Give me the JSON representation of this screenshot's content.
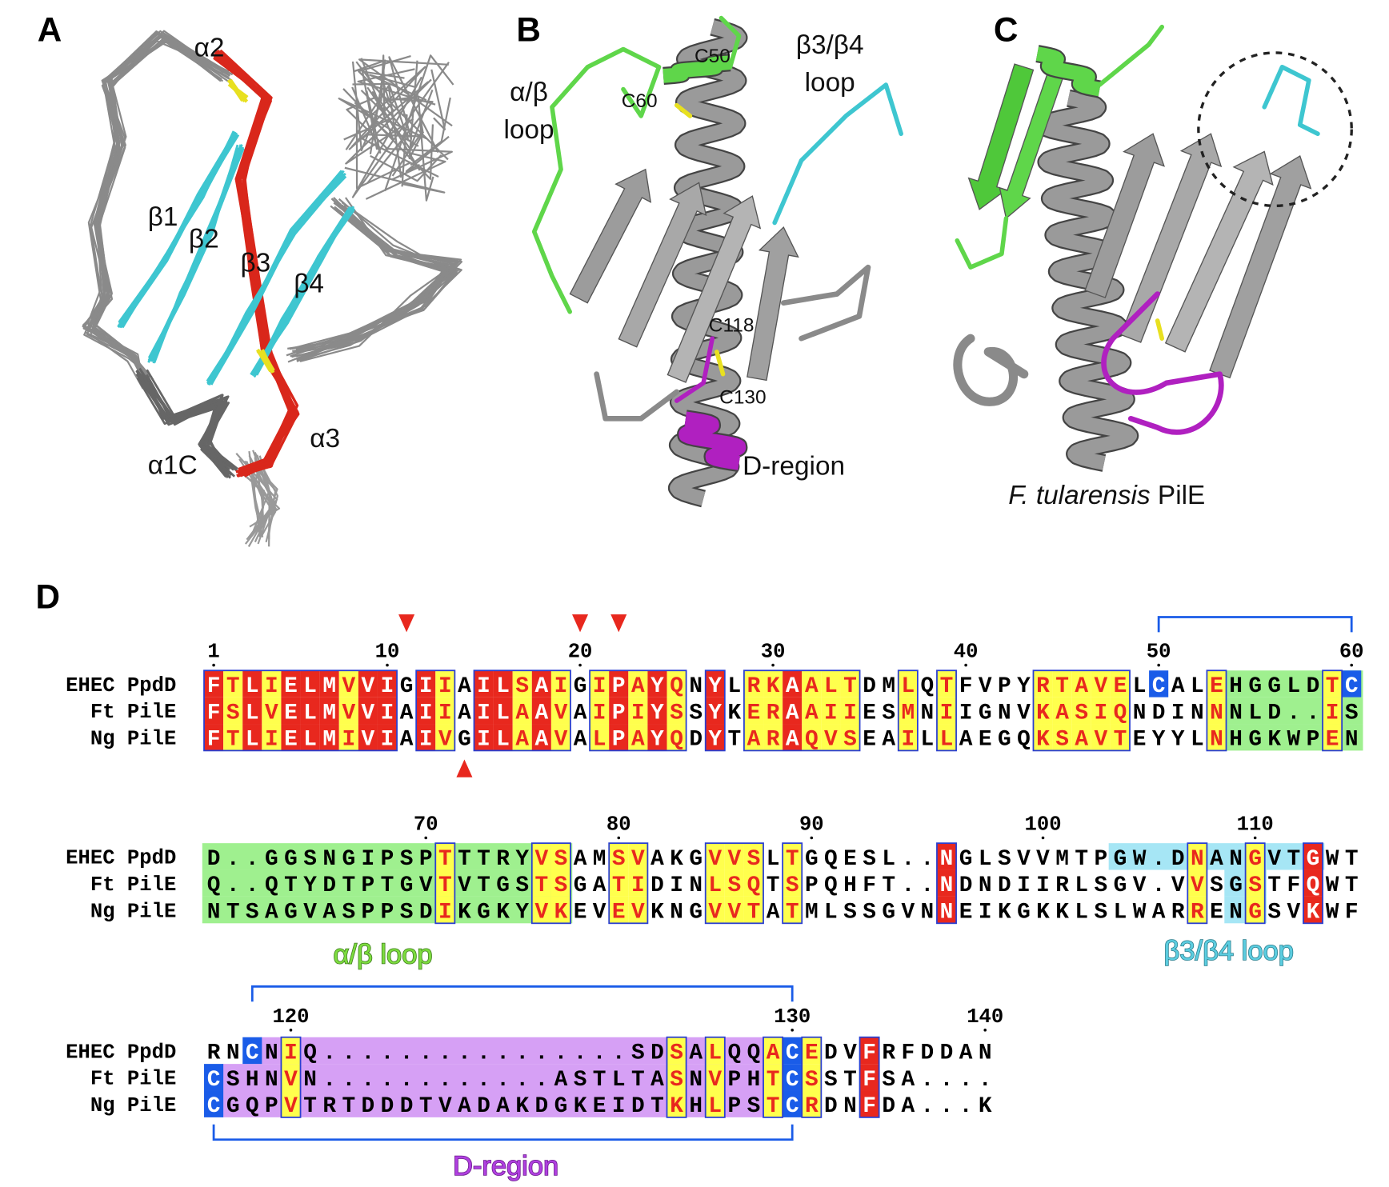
{
  "colors": {
    "identical_bg": "#e8281e",
    "similar_bg": "#ffff4d",
    "similar_text": "#e8281e",
    "cysteine_bg": "#1a5ce8",
    "box_outline": "#2a3fd0",
    "ab_loop": "#9ff08f",
    "b3b4_loop": "#a6e6f5",
    "d_region": "#d6a0f5",
    "ab_loop_text": "#7ddc3f",
    "b3b4_loop_text": "#5ccde0",
    "d_region_text": "#b040e0"
  },
  "panel_a": {
    "letter": "A",
    "labels": {
      "a2": "α2",
      "b1": "β1",
      "b2": "β2",
      "b3": "β3",
      "b4": "β4",
      "a3": "α3",
      "a1c": "α1C"
    }
  },
  "panel_b": {
    "letter": "B",
    "labels": {
      "ab_loop_1": "α/β",
      "ab_loop_2": "loop",
      "c60": "C60",
      "c50": "C50",
      "b3b4_1": "β3/β4",
      "b3b4_2": "loop",
      "c118": "C118",
      "c130": "C130",
      "d_region": "D-region"
    }
  },
  "panel_c": {
    "letter": "C",
    "caption_italic": "F. tularensis",
    "caption_rest": " PilE"
  },
  "panel_d": {
    "letter": "D",
    "region_labels": {
      "ab_loop": "α/β loop",
      "b3b4_loop": "β3/β4 loop",
      "d_region": "D-region"
    },
    "sequence_names": [
      "EHEC PpdD",
      "Ft PilE",
      "Ng PilE"
    ],
    "blocks": [
      {
        "sequences": [
          "FTLIELMVVIGIIAILSAIGIPAYQNYLRKAALTDMLQTFVPYRTAVELCALEHGGLDTC",
          "FSLVELMVVIAIIAILAAVAIPIYSSYKERAAIIESMNIIGNVKASIQNDINNNLD..IS",
          "FTLIELMIVIAIVGILAAVALPAYQDYTARAQVSEAILLAEGQKSAVTEYYLNHGKWPEN"
        ],
        "conservation": "ryryrrryrrnrynrryrynyryrynrnyyryyynnynynnnnyyyyynnnnynnnnnyn",
        "cysteines": [
          [
            0,
            50
          ],
          [
            0,
            60
          ]
        ],
        "numbers": [
          {
            "label": "1",
            "col": 1
          },
          {
            "label": "10",
            "col": 10
          },
          {
            "label": "20",
            "col": 20
          },
          {
            "label": "30",
            "col": 30
          },
          {
            "label": "40",
            "col": 40
          },
          {
            "label": "50",
            "col": 50
          },
          {
            "label": "60",
            "col": 60
          }
        ],
        "regions": [
          {
            "type": "ab_loop",
            "rows": [
              0,
              1,
              2
            ],
            "from": 54,
            "to": 60
          }
        ],
        "markers_above": [
          11,
          20,
          22
        ],
        "markers_below": [
          14
        ],
        "brackets": [
          {
            "side": "top",
            "from": 50,
            "to": 60
          }
        ]
      },
      {
        "sequences": [
          "D..GGSNGIPSPTTTRYVSAMSVAKGVVSLTGQESL..NGLSVVMTPGW.DNANGVTGWT",
          "Q..QTYDTPTGVTVTGSTSGATIDINLSQTSPQHFT..NDNDIIRLSGV.VVSGSTFQWT",
          "NTSAGVASPPSDIKGKYVKEVEVKNGVVTATMLSSGVNNEIKGKKLSLWARRENGSVKWF"
        ],
        "conservation": "nnnnnnnnnnnnynnnnyynnyynnnyyynynnnnnnnrnnnnnnnnnnnnynnynnrn",
        "cysteines": [],
        "numbers": [
          {
            "label": "70",
            "col": 12
          },
          {
            "label": "80",
            "col": 22
          },
          {
            "label": "90",
            "col": 32
          },
          {
            "label": "100",
            "col": 44
          },
          {
            "label": "110",
            "col": 55
          }
        ],
        "regions": [
          {
            "type": "ab_loop",
            "rows": [
              0,
              1,
              2
            ],
            "from": 1,
            "to": 19
          },
          {
            "type": "b3b4_loop",
            "rows": [
              0
            ],
            "from": 48,
            "to": 58
          },
          {
            "type": "b3b4_loop",
            "rows": [
              1,
              2
            ],
            "from": 54,
            "to": 55
          }
        ],
        "markers_above": [],
        "markers_below": [],
        "brackets": []
      },
      {
        "sequences": [
          "RNCNIQ................SDSALQQACEDVFRFDDAN",
          "CSHNVN............ASTLTASNVPHTCSSTFSA....",
          "CGQPVTRTDDDTVADAKDGKEIDTKHLPSTCRDNFDA...K"
        ],
        "conservation": "nnnnynnnnnnnnnnnnnnnnnnnynynnynynnrnnnnnn",
        "cysteines": [
          [
            1,
            1
          ],
          [
            2,
            1
          ],
          [
            0,
            3
          ],
          [
            0,
            31
          ],
          [
            1,
            31
          ],
          [
            2,
            31
          ]
        ],
        "numbers": [
          {
            "label": "120",
            "col": 5
          },
          {
            "label": "130",
            "col": 31
          },
          {
            "label": "140",
            "col": 41
          }
        ],
        "regions": [
          {
            "type": "d_region",
            "rows": [
              0
            ],
            "from": 4,
            "to": 30
          },
          {
            "type": "d_region",
            "rows": [
              1,
              2
            ],
            "from": 2,
            "to": 30
          }
        ],
        "markers_above": [],
        "markers_below": [],
        "brackets": [
          {
            "side": "top",
            "from": 3,
            "to": 31
          },
          {
            "side": "bottom",
            "from": 1,
            "to": 31
          }
        ]
      }
    ]
  }
}
